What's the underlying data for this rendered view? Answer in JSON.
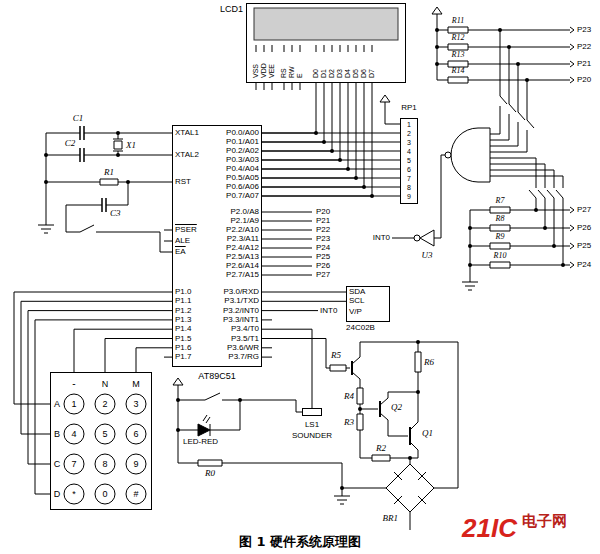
{
  "diagram": {
    "caption": "图 1 硬件系统原理图",
    "nodes": [
      {
        "text": [
          "LCD1",
          "VSS",
          "VDD",
          "VEE",
          "RS",
          "RW",
          "E",
          "D0",
          "D1",
          "D2",
          "D3",
          "D4",
          "D5",
          "D6",
          "D7"
        ]
      },
      {
        "text": [
          "RP1",
          "1",
          "2",
          "3",
          "4",
          "5",
          "6",
          "7",
          "8",
          "9"
        ]
      },
      {
        "text": [
          "XTAL1",
          "XTAL2",
          "RST",
          "PSER",
          "ALE",
          "EA",
          "P1.0",
          "P1.1",
          "P1.2",
          "P1.3",
          "P1.4",
          "P1.5",
          "P1.6",
          "P1.7",
          "P0.0/A00",
          "P0.1/A01",
          "P0.2/A02",
          "P0.3/A03",
          "P0.4/A04",
          "P0.5/A05",
          "P0.6/A06",
          "P0.7/A07",
          "P2.0/A8",
          "P2.1/A9",
          "P2.2/A10",
          "P2.3/A11",
          "P2.4/A12",
          "P2.5/A13",
          "P2.6/A14",
          "P2.7/A15",
          "P3.0/RXD",
          "P3.1/TXD",
          "P3.2/INT0",
          "P3.3/INT1",
          "P3.4/T0",
          "P3.5/T1",
          "P3.6/WR",
          "P3.7/RG",
          "AT89C51"
        ]
      },
      {
        "text": [
          "SDA",
          "SCL",
          "V/P",
          "24C02B"
        ]
      },
      {
        "text": [
          "-",
          "N",
          "M",
          "A",
          "B",
          "C",
          "D"
        ]
      },
      {
        "text": [
          "1"
        ],
        "in": 4
      },
      {
        "text": [
          "2"
        ],
        "in": 4
      },
      {
        "text": [
          "3"
        ],
        "in": 4
      },
      {
        "text": [
          "4"
        ],
        "in": 4
      },
      {
        "text": [
          "5"
        ],
        "in": 4
      },
      {
        "text": [
          "6"
        ],
        "in": 4
      },
      {
        "text": [
          "7"
        ],
        "in": 4
      },
      {
        "text": [
          "8"
        ],
        "in": 4
      },
      {
        "text": [
          "9"
        ],
        "in": 4
      },
      {
        "text": [
          "*"
        ],
        "in": 4
      },
      {
        "text": [
          "0"
        ],
        "in": 4
      },
      {
        "text": [
          "#"
        ],
        "in": 4
      },
      {
        "text": [
          "LS1",
          "SOUNDER"
        ]
      }
    ],
    "edges": [
      {
        "from": 0,
        "to": 2,
        "arrow": "none"
      },
      {
        "from": 0,
        "to": 2,
        "arrow": "none"
      },
      {
        "from": 0,
        "to": 2,
        "arrow": "none"
      },
      {
        "from": 0,
        "to": 2,
        "arrow": "none"
      },
      {
        "from": 0,
        "to": 2,
        "arrow": "none"
      },
      {
        "from": 0,
        "to": 2,
        "arrow": "none"
      },
      {
        "from": 0,
        "to": 2,
        "arrow": "none"
      },
      {
        "from": 0,
        "to": 2,
        "arrow": "none"
      },
      {
        "from": 1,
        "to": 2,
        "arrow": "none"
      },
      {
        "from": 1,
        "to": 2,
        "arrow": "none"
      },
      {
        "from": 1,
        "to": 2,
        "arrow": "none"
      },
      {
        "from": 1,
        "to": 2,
        "arrow": "none"
      },
      {
        "from": 1,
        "to": 2,
        "arrow": "none"
      },
      {
        "from": 1,
        "to": 2,
        "arrow": "none"
      },
      {
        "from": 1,
        "to": 2,
        "arrow": "none"
      },
      {
        "from": 1,
        "to": 2,
        "arrow": "none"
      },
      {
        "from": 2,
        "to": 4,
        "arrow": "none"
      },
      {
        "from": 2,
        "to": 4,
        "arrow": "none"
      },
      {
        "from": 2,
        "to": 4,
        "arrow": "none"
      },
      {
        "from": 2,
        "to": 4,
        "arrow": "none"
      },
      {
        "from": 2,
        "to": 4,
        "arrow": "none"
      },
      {
        "from": 2,
        "to": 4,
        "arrow": "none"
      },
      {
        "from": 2,
        "to": 4,
        "arrow": "none"
      },
      {
        "from": 2,
        "to": 3,
        "arrow": "none"
      },
      {
        "from": 2,
        "to": 3,
        "arrow": "none"
      },
      {
        "from": 2,
        "to": 17,
        "arrow": "none"
      }
    ],
    "labels": [
      "C1",
      "C2",
      "X1",
      "R1",
      "C3",
      "P20",
      "P21",
      "P22",
      "P23",
      "P24",
      "P25",
      "P26",
      "P27",
      "INT0",
      "INT0",
      "U3",
      "R11",
      "R12",
      "R13",
      "R14",
      "P23",
      "P22",
      "P21",
      "P20",
      "R7",
      "R8",
      "R9",
      "R10",
      "P27",
      "P26",
      "P25",
      "P24",
      "R5",
      "R6",
      "R4",
      "R3",
      "Q2",
      "Q1",
      "R2",
      "BR1",
      "LED-RED",
      "R0",
      "21IC",
      "电子网"
    ]
  }
}
